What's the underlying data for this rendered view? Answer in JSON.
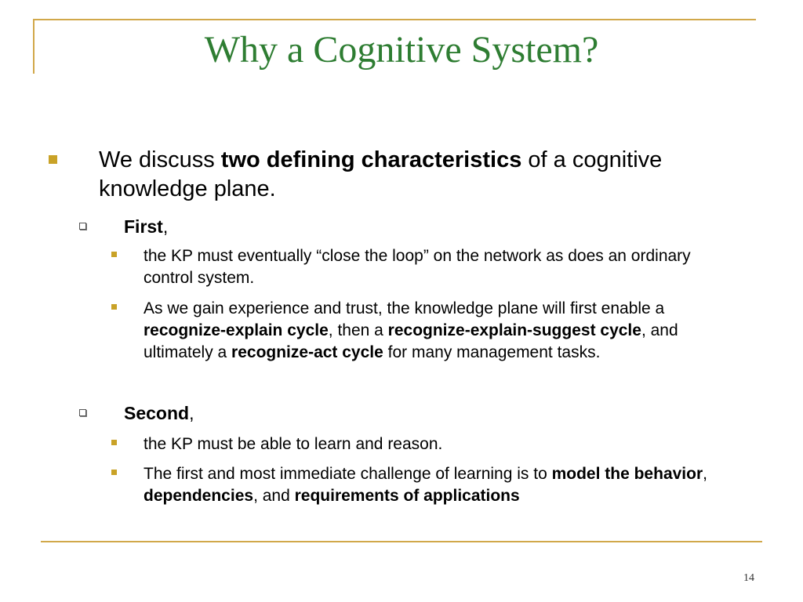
{
  "slide": {
    "title": "Why a Cognitive System?",
    "page_number": "14"
  },
  "content": {
    "main": {
      "prefix": "We discuss ",
      "bold": "two defining characteristics",
      "suffix": " of a cognitive knowledge plane."
    },
    "first": {
      "label": "First",
      "comma": ",",
      "items": [
        {
          "text": "the KP must eventually “close the loop” on the network as does an ordinary control system."
        },
        {
          "p1": "As we gain experience and trust, the knowledge plane will first enable a ",
          "b1": "recognize-explain cycle",
          "p2": ", then a ",
          "b2": "recognize-explain-suggest cycle",
          "p3": ", and ultimately a ",
          "b3": "recognize-act cycle",
          "p4": " for many management tasks."
        }
      ]
    },
    "second": {
      "label": "Second",
      "comma": ",",
      "items": [
        {
          "text": "the KP must be able to learn and reason."
        },
        {
          "p1": "The first and most immediate challenge of learning is to ",
          "b1": "model the behavior",
          "p2": ", ",
          "b2": "dependencies",
          "p3": ", and ",
          "b3": "requirements of applications"
        }
      ]
    }
  }
}
